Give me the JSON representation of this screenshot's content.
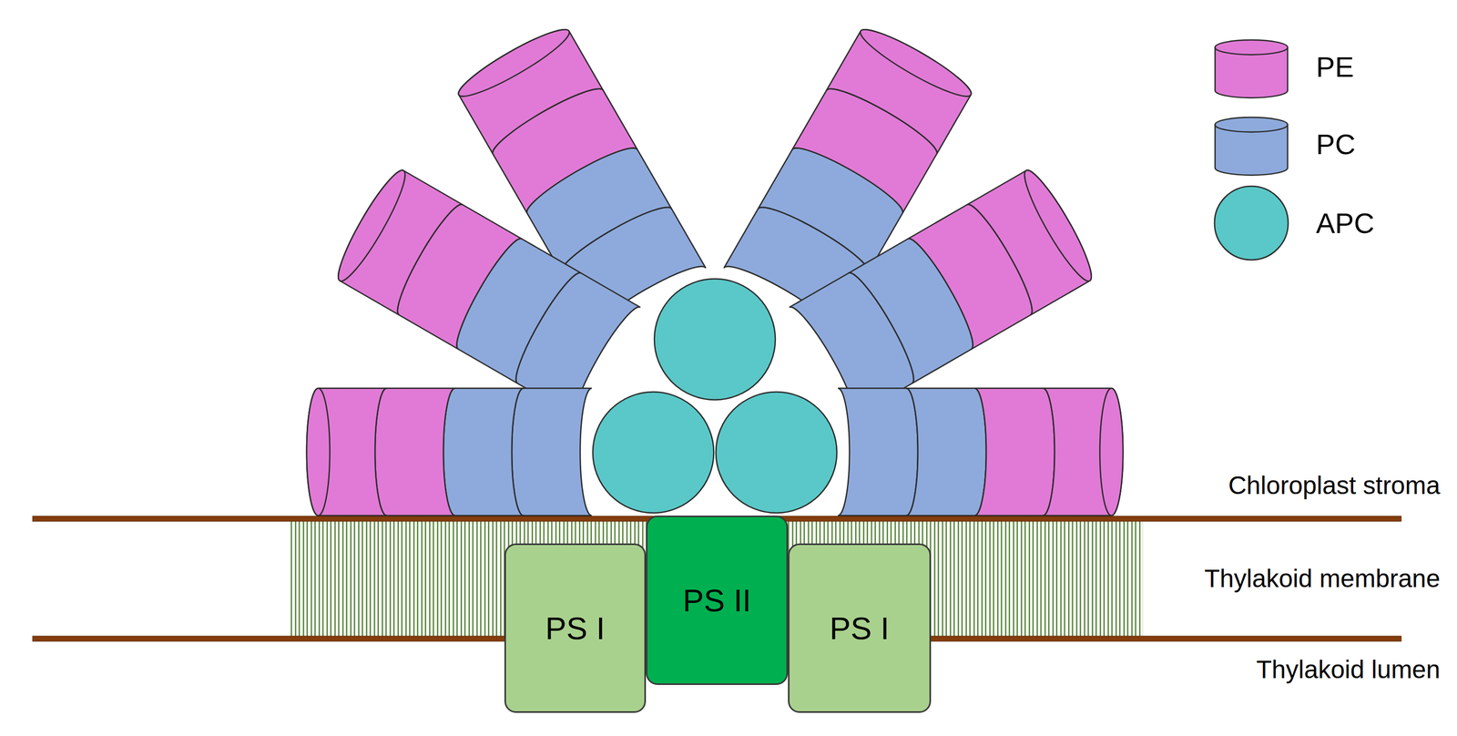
{
  "diagram": {
    "nodes": [
      {
        "text": [
          "PS I"
        ]
      },
      {
        "text": [
          "PS II"
        ]
      },
      {
        "text": [
          "PS I"
        ]
      }
    ],
    "labels": [
      "Chloroplast stroma",
      "Thylakoid membrane",
      "Thylakoid lumen"
    ],
    "legend": [
      {
        "text": "PE",
        "color": "#e17ad6"
      },
      {
        "text": "PC",
        "color": "#8eaadc"
      },
      {
        "text": "APC",
        "color": "#5ac8c8"
      }
    ]
  }
}
